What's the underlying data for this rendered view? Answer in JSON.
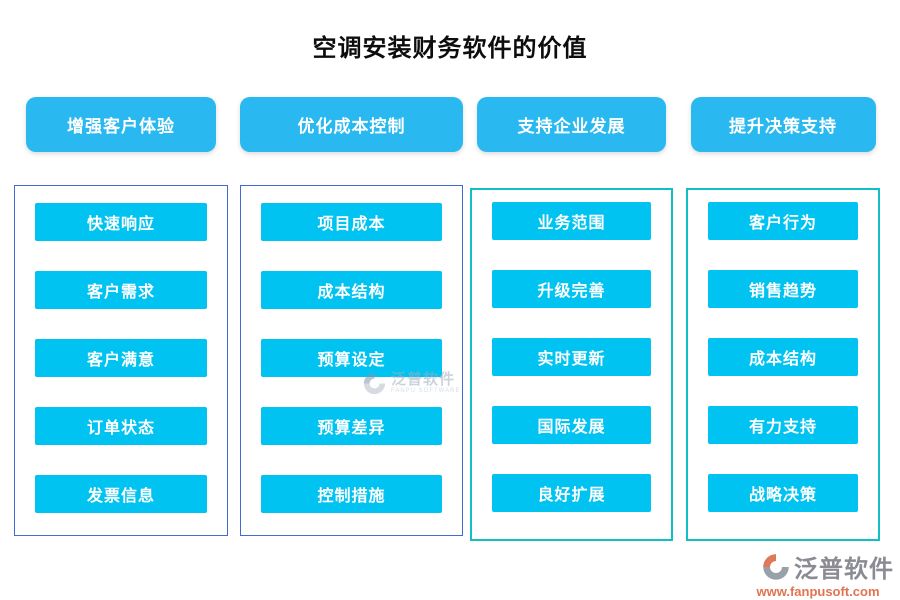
{
  "title": "空调安装财务软件的价值",
  "columns": [
    {
      "header": "增强客户体验",
      "items": [
        "快速响应",
        "客户需求",
        "客户满意",
        "订单状态",
        "发票信息"
      ]
    },
    {
      "header": "优化成本控制",
      "items": [
        "项目成本",
        "成本结构",
        "预算设定",
        "预算差异",
        "控制措施"
      ]
    },
    {
      "header": "支持企业发展",
      "items": [
        "业务范围",
        "升级完善",
        "实时更新",
        "国际发展",
        "良好扩展"
      ]
    },
    {
      "header": "提升决策支持",
      "items": [
        "客户行为",
        "销售趋势",
        "成本结构",
        "有力支持",
        "战略决策"
      ]
    }
  ],
  "watermark": {
    "brand": "泛普软件",
    "subtitle": "FANPU SOFTWARE"
  },
  "footer_logo": {
    "brand": "泛普软件",
    "url": "www.fanpusoft.com"
  },
  "colors": {
    "header_button": "#29b9f0",
    "item_button": "#00c3f1",
    "column_border_blue": "#3f6ad8",
    "column_border_teal": "#12bfc4",
    "title_text": "#0d0d0d",
    "brand_gray": "#8b8b93",
    "brand_url_orange": "#e2734f"
  }
}
